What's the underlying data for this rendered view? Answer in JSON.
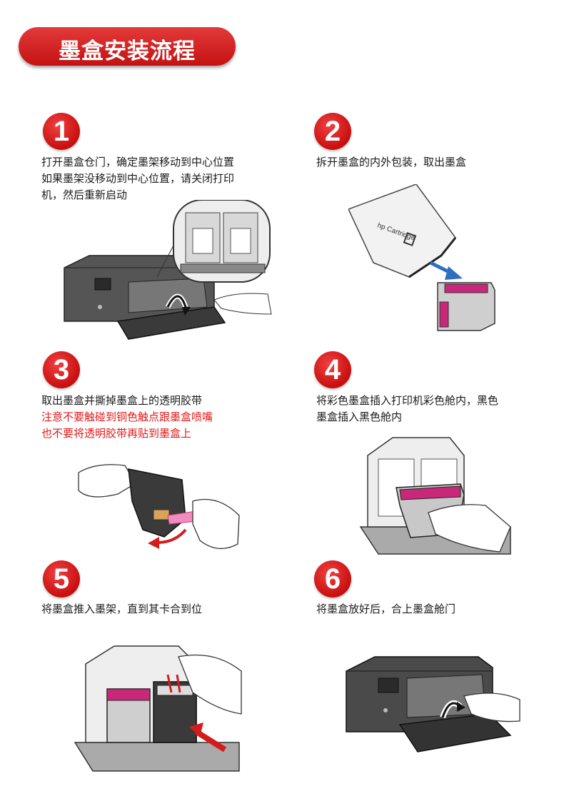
{
  "title": "墨盒安装流程",
  "colors": {
    "accent_red": "#d41c1c",
    "warning_text": "#e01818",
    "printer_gray": "#4a4a4a",
    "cartridge_magenta": "#c8287a",
    "arrow_blue": "#2f6fc0"
  },
  "steps": [
    {
      "number": "1",
      "lines": [
        "打开墨盒仓门，确定墨架移动到中心位置",
        "如果墨架没移动到中心位置，请关闭打印",
        "机，然后重新启动"
      ]
    },
    {
      "number": "2",
      "lines": [
        "拆开墨盒的内外包装，取出墨盒"
      ]
    },
    {
      "number": "3",
      "lines": [
        "取出墨盒并撕掉墨盒上的透明胶带"
      ],
      "warnings": [
        "注意不要触碰到铜色触点跟墨盒喷嘴",
        "也不要将透明胶带再贴到墨盒上"
      ]
    },
    {
      "number": "4",
      "lines": [
        "将彩色墨盒插入打印机彩色舱内，黑色",
        "墨盒插入黑色舱内"
      ]
    },
    {
      "number": "5",
      "lines": [
        "将墨盒推入墨架，直到其卡合到位"
      ]
    },
    {
      "number": "6",
      "lines": [
        "将墨盒放好后，合上墨盒舱门"
      ]
    }
  ],
  "package_label": "hp Cartridge"
}
